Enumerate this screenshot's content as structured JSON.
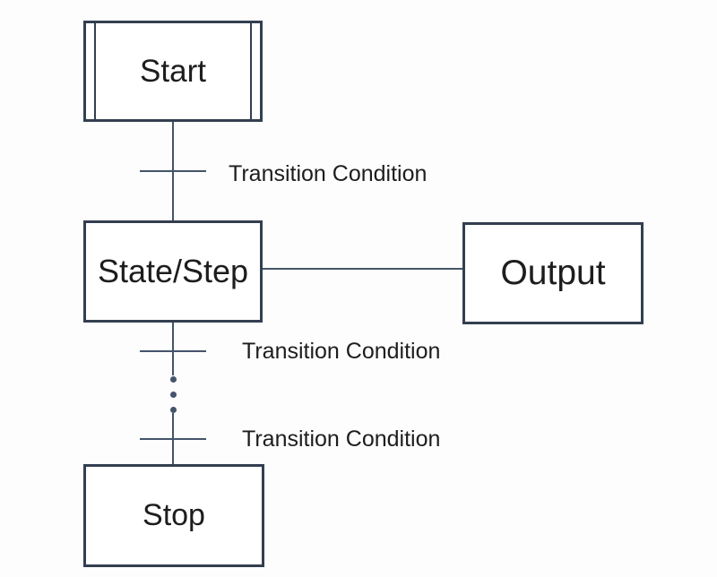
{
  "diagram": {
    "type": "sequential-function-chart",
    "nodes": {
      "start": {
        "label": "Start",
        "shape": "double-sided-rectangle"
      },
      "state": {
        "label": "State/Step",
        "shape": "rectangle"
      },
      "output": {
        "label": "Output",
        "shape": "rectangle"
      },
      "stop": {
        "label": "Stop",
        "shape": "rectangle"
      }
    },
    "transitions": [
      {
        "label": "Transition Condition"
      },
      {
        "label": "Transition Condition"
      },
      {
        "label": "Transition Condition"
      }
    ],
    "edges": [
      {
        "from": "start",
        "to": "state",
        "via": "transition-1"
      },
      {
        "from": "state",
        "to": "output",
        "style": "plain"
      },
      {
        "from": "state",
        "to": "stop",
        "via": [
          "transition-2",
          "ellipsis-dots",
          "transition-3"
        ]
      }
    ],
    "ellipsis_dot_count": 3,
    "colors": {
      "box_border": "#333F50",
      "connector": "#44546A",
      "text": "#1D1D1D",
      "background": "#FDFDFD"
    }
  }
}
